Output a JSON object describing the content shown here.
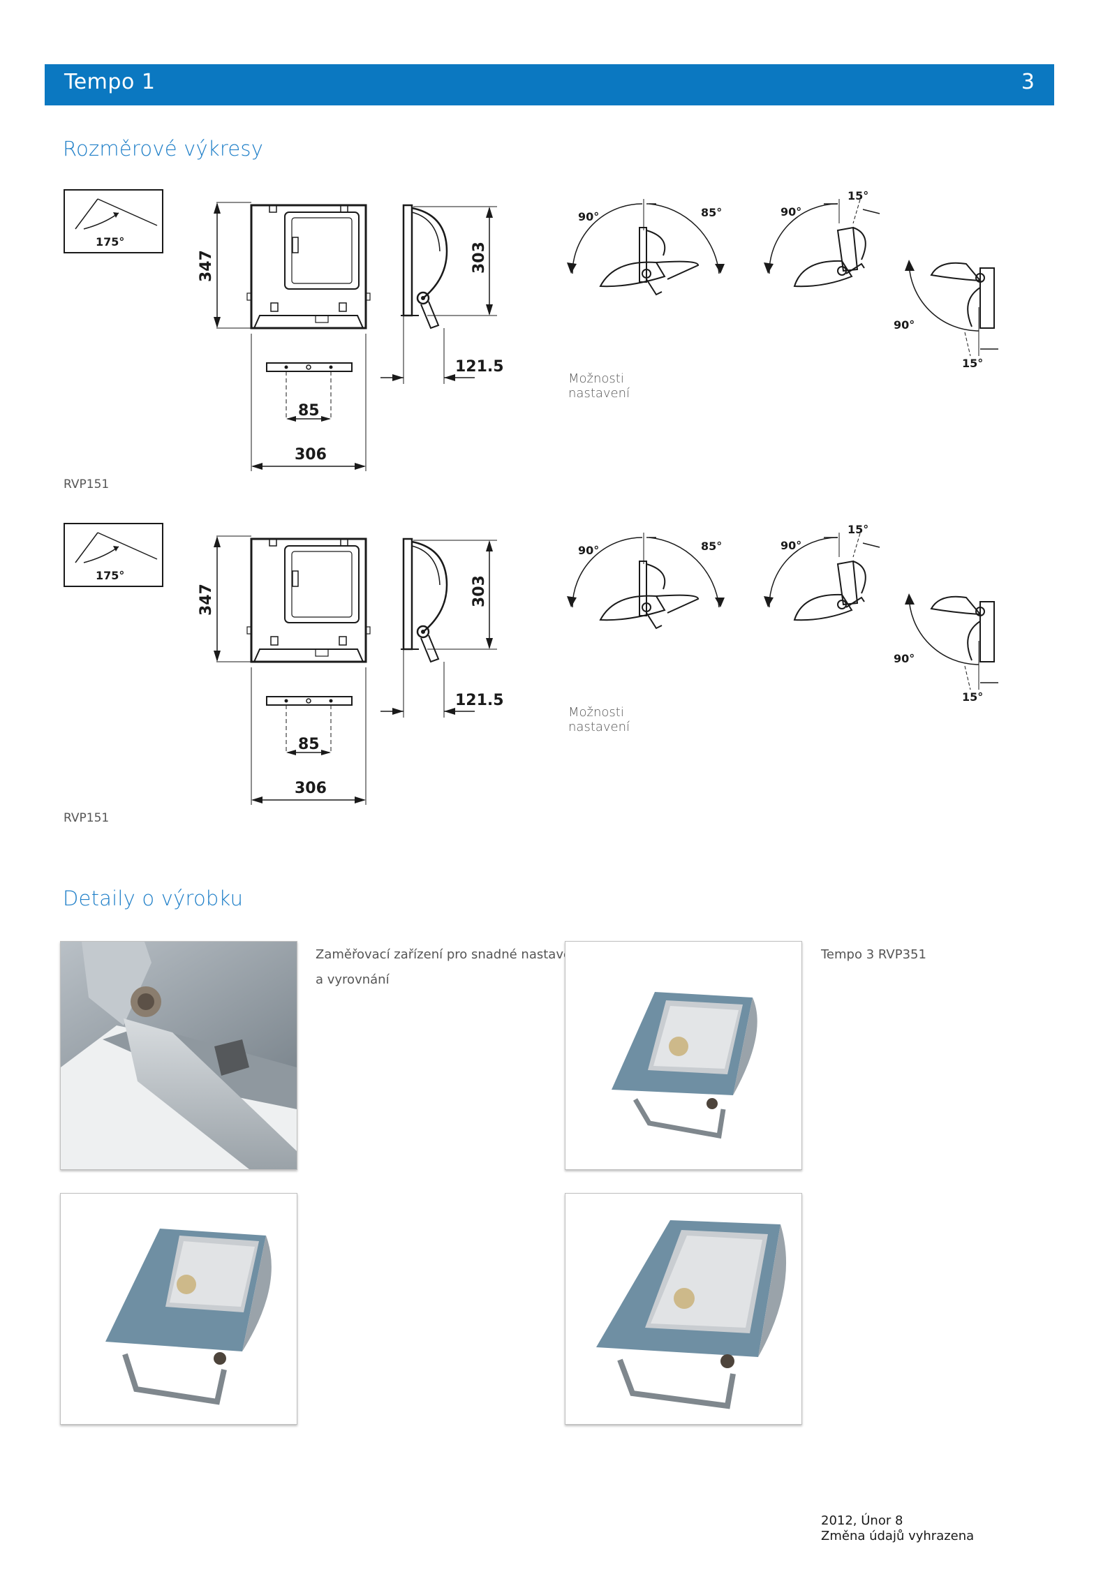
{
  "header": {
    "title": "Tempo 1",
    "page_number": "3"
  },
  "sections": {
    "drawings_title": "Rozměrové výkresy",
    "details_title": "Detaily o výrobku"
  },
  "drawings": [
    {
      "model": "RVP151",
      "tilt_angle": "175°",
      "height": "347",
      "depth_height": "303",
      "depth": "121.5",
      "mount_spacing": "85",
      "width": "306",
      "adjust_caption": "Možnosti nastavení",
      "angles": {
        "a90": "90°",
        "a85": "85°",
        "a15": "15°"
      }
    },
    {
      "model": "RVP151",
      "tilt_angle": "175°",
      "height": "347",
      "depth_height": "303",
      "depth": "121.5",
      "mount_spacing": "85",
      "width": "306",
      "adjust_caption": "Možnosti nastavení",
      "angles": {
        "a90": "90°",
        "a85": "85°",
        "a15": "15°"
      }
    }
  ],
  "details": {
    "text1_line1": "Zaměřovací zařízení pro snadné nastavení",
    "text1_line2": "a vyrovnání",
    "text2": "Tempo 3 RVP351"
  },
  "footer": {
    "date": "2012, Únor 8",
    "note": "Změna údajů vyhrazena"
  },
  "colors": {
    "accent": "#0b78c1",
    "heading": "#1f7fc8",
    "luminaire": "#6f8fa3"
  }
}
